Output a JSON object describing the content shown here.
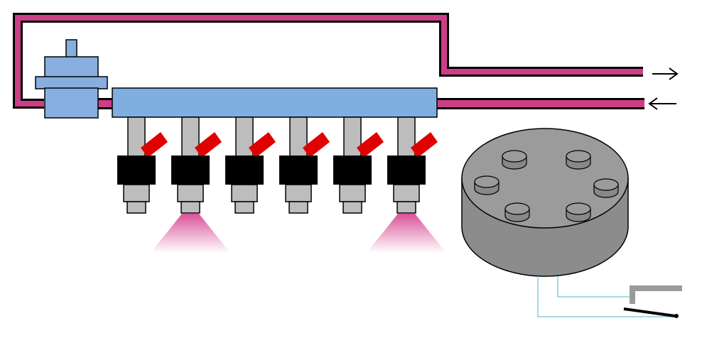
{
  "colors": {
    "fuel_line": "#cc3f86",
    "outline": "#000000",
    "rail": "#7fafe0",
    "regulator": "#86afe0",
    "injector_body": "#bdbdbd",
    "injector_coil": "#000000",
    "connector": "#e00000",
    "spray": "#d94a92",
    "distributor": "#9b9b9b",
    "distributor_side": "#888888",
    "wire": "#8ecae6",
    "switch": "#9a9a9a"
  },
  "icons": {
    "outflow": "arrow-right-icon",
    "inflow": "arrow-left-icon"
  },
  "counts": {
    "injectors": 6,
    "distributor_posts": 6,
    "spray_cones": 2
  }
}
